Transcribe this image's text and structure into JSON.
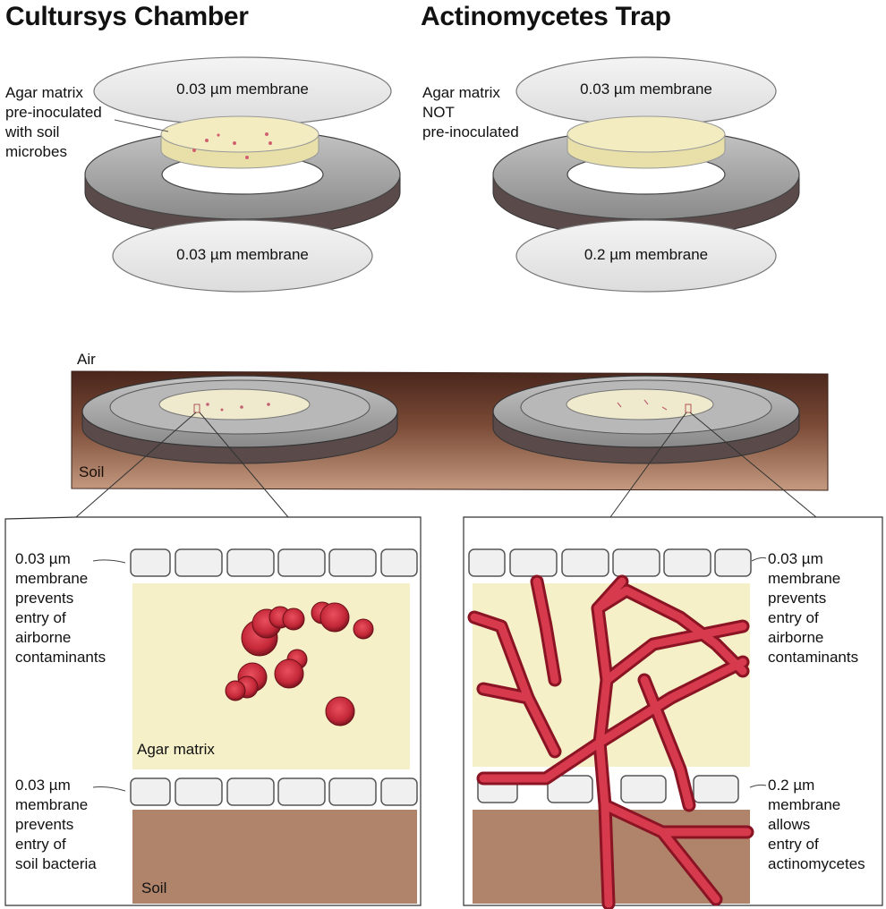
{
  "left": {
    "title": "Cultursys Chamber",
    "top_membrane": "0.03 µm membrane",
    "bottom_membrane": "0.03 µm membrane",
    "agar_note": "Agar matrix\npre-inoculated\nwith soil\nmicrobes",
    "top_callout": "0.03 µm\nmembrane\nprevents\nentry of\nairborne\ncontaminants",
    "bottom_callout": "0.03 µm\nmembrane\nprevents\nentry of\nsoil bacteria",
    "agar_label": "Agar matrix",
    "soil_label": "Soil"
  },
  "right": {
    "title": "Actinomycetes Trap",
    "top_membrane": "0.03 µm membrane",
    "bottom_membrane": "0.2 µm membrane",
    "agar_note": "Agar matrix\nNOT\npre-inoculated",
    "top_callout": "0.03 µm\nmembrane\nprevents\nentry of\nairborne\ncontaminants",
    "bottom_callout": "0.2 µm\nmembrane\nallows\nentry of\nactinomycetes"
  },
  "field": {
    "air_label": "Air",
    "soil_label": "Soil"
  },
  "colors": {
    "soil_dark": "#5a2f22",
    "soil_light": "#b0846a",
    "agar": "#f5f0c8",
    "microbe": "#c42838",
    "ring_gray": "#a8a8a8"
  }
}
